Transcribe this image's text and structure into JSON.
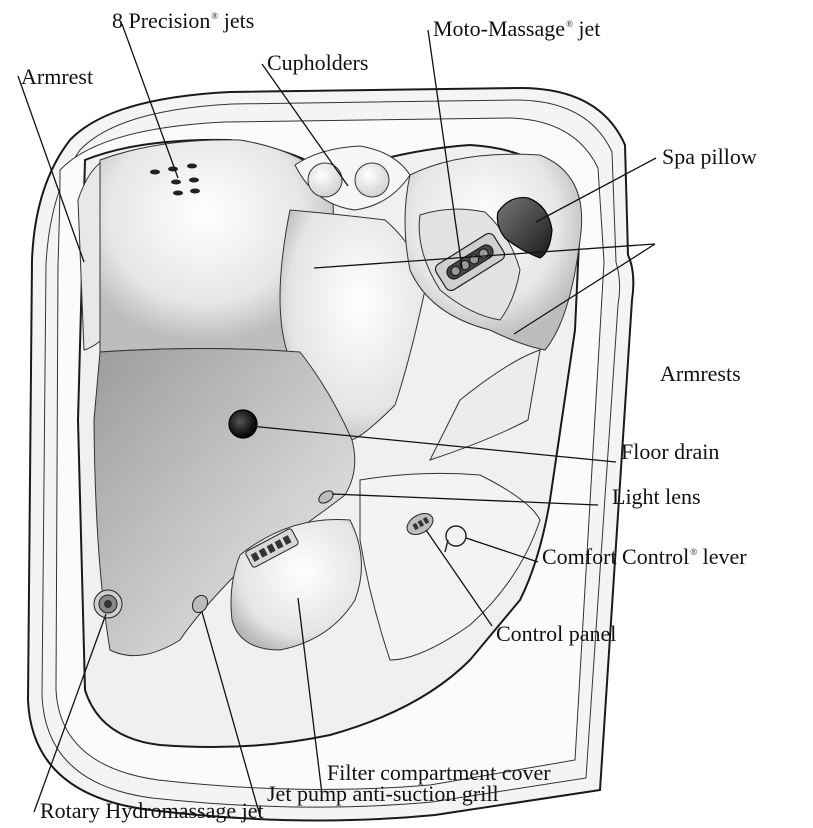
{
  "labels": {
    "precision_jets_a": "8 Precision",
    "precision_jets_b": "jets",
    "moto_massage_a": "Moto-Massage",
    "moto_massage_b": "jet",
    "cupholders": "Cupholders",
    "armrest": "Armrest",
    "spa_pillow": "Spa pillow",
    "armrests": "Armrests",
    "floor_drain": "Floor drain",
    "light_lens": "Light lens",
    "comfort_control_a": "Comfort Control",
    "comfort_control_b": "lever",
    "control_panel": "Control panel",
    "filter_cover": "Filter compartment cover",
    "anti_suction_grill": "Jet pump anti-suction grill",
    "rotary_jet": "Rotary Hydromassage jet",
    "registered_mark": "®"
  }
}
